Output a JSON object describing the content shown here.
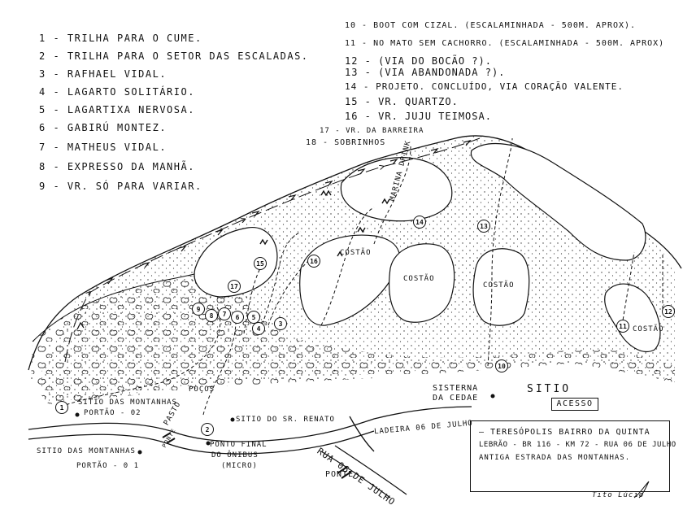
{
  "legend_left": [
    "1 - TRILHA PARA O CUME.",
    "2 - TRILHA PARA O SETOR DAS ESCALADAS.",
    "3 - RAFHAEL VIDAL.",
    "4 - LAGARTO SOLITÁRIO.",
    "5 - LAGARTIXA NERVOSA.",
    "6 - GABIRÚ MONTEZ.",
    "7 - MATHEUS VIDAL.",
    "8 - EXPRESSO DA MANHÃ.",
    "9 - VR. SÓ PARA VARIAR."
  ],
  "legend_right": [
    "10 - BOOT COM CIZAL. (ESCALAMINHADA - 500M. APROX).",
    "11 - NO MATO SEM CACHORRO. (ESCALAMINHADA - 500M. APROX)",
    "12 - (VIA DO BOCÃO ?).",
    "13 - (VIA ABANDONADA ?).",
    "14 - PROJETO. CONCLUÍDO, VIA CORAÇÃO VALENTE.",
    "15 - VR. QUARTZO.",
    "16 - VR. JUJU TEIMOSA."
  ],
  "top_labels": {
    "barreira": "17 - VR. DA BARREIRA",
    "sobrinhos": "18 - SOBRINHOS"
  },
  "costao_label": "COSTÃO",
  "places": {
    "sitio_montanhas_02_line1": "SITIO DAS MONTANHAS",
    "sitio_montanhas_02_line2": "PORTÃO - 02",
    "sitio_montanhas_01_line1": "SITIO DAS MONTANHAS",
    "sitio_montanhas_01_line2": "PORTÃO - 0 1",
    "pasto": "PASTO",
    "pocos": "POÇOS",
    "sitio_renato": "SITIO DO SR. RENATO",
    "ponto_final_1": "PONTO FINAL",
    "ponto_final_2": "DO ÔNIBUS",
    "ponto_final_3": "(MICRO)",
    "ladeira": "LADEIRA 06 DE JULHO",
    "rua": "RUA 06 DE JULHO",
    "ponte": "PONTE",
    "sisterna_1": "SISTERNA",
    "sisterna_2": "DA CEDAE",
    "sitio": "SITIO",
    "acesso": "ACESSO",
    "ponte_small": "PONTE",
    "marina_label": "MARINA DRINK",
    "signature": "Tito Lúcio"
  },
  "info_box": {
    "line1": "— TERESÓPOLIS BAIRRO DA QUINTA",
    "line2": "LEBRÃO - BR 116 - KM 72 - RUA 06 DE JULHO",
    "line3": "ANTIGA ESTRADA DAS MONTANHAS."
  },
  "route_markers": [
    {
      "n": "1"
    },
    {
      "n": "2"
    },
    {
      "n": "3"
    },
    {
      "n": "4"
    },
    {
      "n": "5"
    },
    {
      "n": "6"
    },
    {
      "n": "7"
    },
    {
      "n": "8"
    },
    {
      "n": "9"
    },
    {
      "n": "10"
    },
    {
      "n": "11"
    },
    {
      "n": "12"
    },
    {
      "n": "13"
    },
    {
      "n": "14"
    },
    {
      "n": "15"
    },
    {
      "n": "16"
    },
    {
      "n": "17"
    }
  ]
}
